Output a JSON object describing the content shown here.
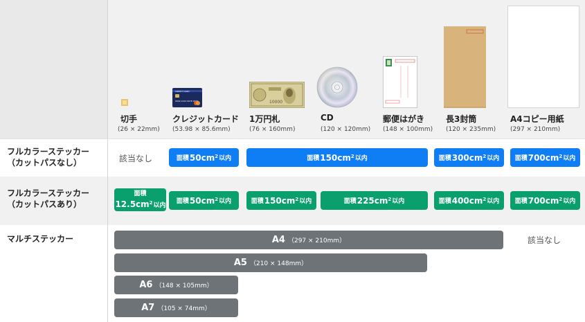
{
  "row_labels": {
    "r1_line1": "フルカラーステッカー",
    "r1_line2": "（カットパスなし）",
    "r2_line1": "フルカラーステッカー",
    "r2_line2": "（カットパスあり）",
    "r3": "マルチステッカー"
  },
  "items": [
    {
      "name": "切手",
      "size": "(26 × 22mm)"
    },
    {
      "name": "クレジットカード",
      "size": "(53.98 × 85.6mm)"
    },
    {
      "name": "1万円札",
      "size": "(76 × 160mm)"
    },
    {
      "name": "CD",
      "size": "(120 × 120mm)"
    },
    {
      "name": "郵便はがき",
      "size": "(148 × 100mm)"
    },
    {
      "name": "長3封筒",
      "size": "(120 × 235mm)"
    },
    {
      "name": "A4コピー用紙",
      "size": "(297 × 210mm)"
    }
  ],
  "thumbnail_text": {
    "card_brand": "CREDIT CARD",
    "card_number": "0000 1234 5678 9999",
    "bill_value": "10000"
  },
  "fullcolor_nocut": {
    "na": "該当なし",
    "pills": [
      {
        "pre": "面積",
        "value": "50cm",
        "sup": "2",
        "post": "以内"
      },
      {
        "pre": "面積",
        "value": "150cm",
        "sup": "2",
        "post": "以内"
      },
      {
        "pre": "面積",
        "value": "300cm",
        "sup": "2",
        "post": "以内"
      },
      {
        "pre": "面積",
        "value": "700cm",
        "sup": "2",
        "post": "以内"
      }
    ]
  },
  "fullcolor_cut": {
    "pills": [
      {
        "pre": "面積",
        "value": "12.5cm",
        "sup": "2",
        "post": "以内"
      },
      {
        "pre": "面積",
        "value": "50cm",
        "sup": "2",
        "post": "以内"
      },
      {
        "pre": "面積",
        "value": "150cm",
        "sup": "2",
        "post": "以内"
      },
      {
        "pre": "面積",
        "value": "225cm",
        "sup": "2",
        "post": "以内"
      },
      {
        "pre": "面積",
        "value": "400cm",
        "sup": "2",
        "post": "以内"
      },
      {
        "pre": "面積",
        "value": "700cm",
        "sup": "2",
        "post": "以内"
      }
    ]
  },
  "multi": {
    "na": "該当なし",
    "bars": [
      {
        "label": "A4",
        "size": "（297 × 210mm）"
      },
      {
        "label": "A5",
        "size": "（210 × 148mm）"
      },
      {
        "label": "A6",
        "size": "（148 × 105mm）"
      },
      {
        "label": "A7",
        "size": "（105 × 74mm）"
      }
    ]
  },
  "colors": {
    "blue": "#0f7df4",
    "green": "#0aa06d",
    "gray_bar": "#6e7378",
    "header_bg": "#f1f1f1"
  }
}
